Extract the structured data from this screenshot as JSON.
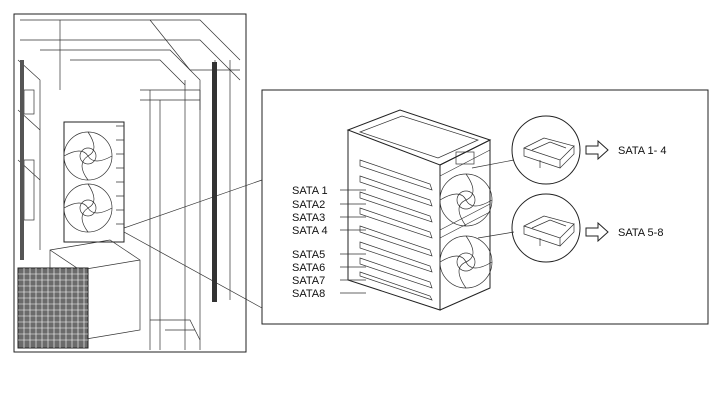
{
  "sata_labels": [
    "SATA 1",
    "SATA2",
    "SATA3",
    "SATA 4",
    "SATA5",
    "SATA6",
    "SATA7",
    "SATA8"
  ],
  "callouts": {
    "top": "SATA 1- 4",
    "bottom": "SATA  5-8"
  }
}
